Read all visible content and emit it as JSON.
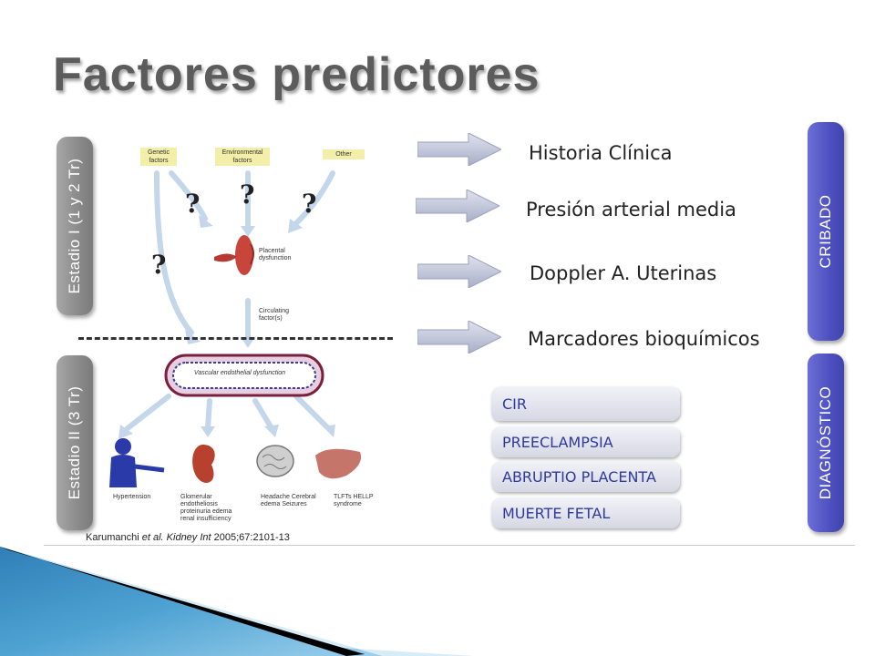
{
  "slide": {
    "title": "Factores predictores"
  },
  "left_bars": {
    "stage1": "Estadio I (1 y 2 Tr)",
    "stage2": "Estadio II (3 Tr)"
  },
  "right_bars": {
    "screening": "CRIBADO",
    "diagnosis": "DIAGNÓSTICO"
  },
  "predictors": [
    "Historia Clínica",
    "Presión arterial media",
    "Doppler A. Uterinas",
    "Marcadores bioquímicos"
  ],
  "diagnoses": [
    "CIR",
    "PREECLAMPSIA",
    "ABRUPTIO PLACENTA",
    "MUERTE FETAL"
  ],
  "figure": {
    "factor_genetic": "Genetic factors",
    "factor_environmental": "Environmental factors",
    "factor_other": "Other",
    "placental_dysfunction": "Placental dysfunction",
    "circulating_factors": "Circulating factor(s)",
    "vascular_dysfunction": "Vascular endothelial dysfunction",
    "organ_hypertension": "Hypertension",
    "organ_kidney": "Glomerular endotheliosis proteinuria edema renal insufficiency",
    "organ_brain": "Headache Cerebral edema Seizures",
    "organ_liver": "TLFTs HELLP syndrome",
    "question_mark": "?"
  },
  "citation": {
    "authors": "Karumanchi ",
    "etal": "et al. Kidney Int",
    "ref": " 2005;67:2101-13"
  },
  "colors": {
    "title": "#5c5c5c",
    "gray_bar": "#8a8a8a",
    "blue_bar": "#4d50c0",
    "diag_text": "#2f3a9e",
    "arrow": "#b8bdd6"
  }
}
